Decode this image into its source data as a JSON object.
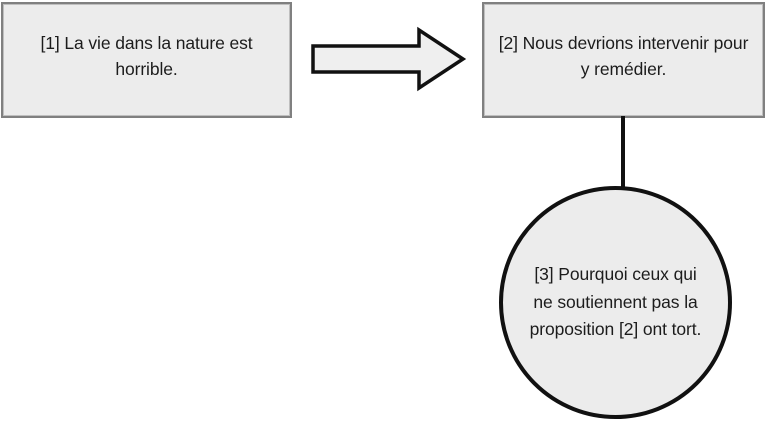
{
  "diagram": {
    "type": "argument-map",
    "background_color": "#ffffff",
    "nodes": [
      {
        "id": "1",
        "shape": "rectangle",
        "label": "[1] La vie dans la nature est horrible.",
        "fill_color": "#ececec",
        "border_color": "#808080"
      },
      {
        "id": "2",
        "shape": "rectangle",
        "label": "[2] Nous devrions intervenir pour y remédier.",
        "fill_color": "#ececec",
        "border_color": "#808080"
      },
      {
        "id": "3",
        "shape": "circle",
        "label": "[3] Pourquoi ceux qui ne soutiennent pas la proposition [2] ont tort.",
        "fill_color": "#ececec",
        "border_color": "#111111"
      }
    ],
    "connectors": [
      {
        "id": "arrow-1-to-2",
        "style": "block-arrow",
        "direction": "right",
        "from": "1",
        "to": "2",
        "fill_color": "#efefef",
        "outline_color": "#111111"
      },
      {
        "id": "line-2-to-3",
        "style": "straight-line",
        "direction": "down",
        "from": "2",
        "to": "3",
        "color": "#111111"
      }
    ]
  }
}
